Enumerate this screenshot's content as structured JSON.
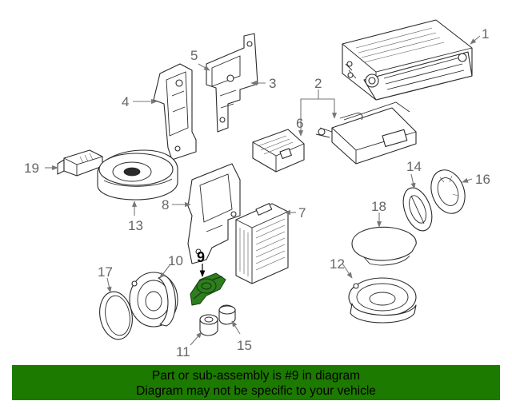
{
  "diagram": {
    "highlighted_part": "9",
    "callouts": [
      "1",
      "2",
      "3",
      "4",
      "5",
      "6",
      "7",
      "8",
      "9",
      "10",
      "11",
      "12",
      "13",
      "14",
      "15",
      "16",
      "17",
      "18",
      "19"
    ]
  },
  "banner": {
    "line1": "Part or sub-assembly is #9 in diagram",
    "line2": "Diagram may not be specific to your vehicle",
    "color": "#1d7a00"
  }
}
